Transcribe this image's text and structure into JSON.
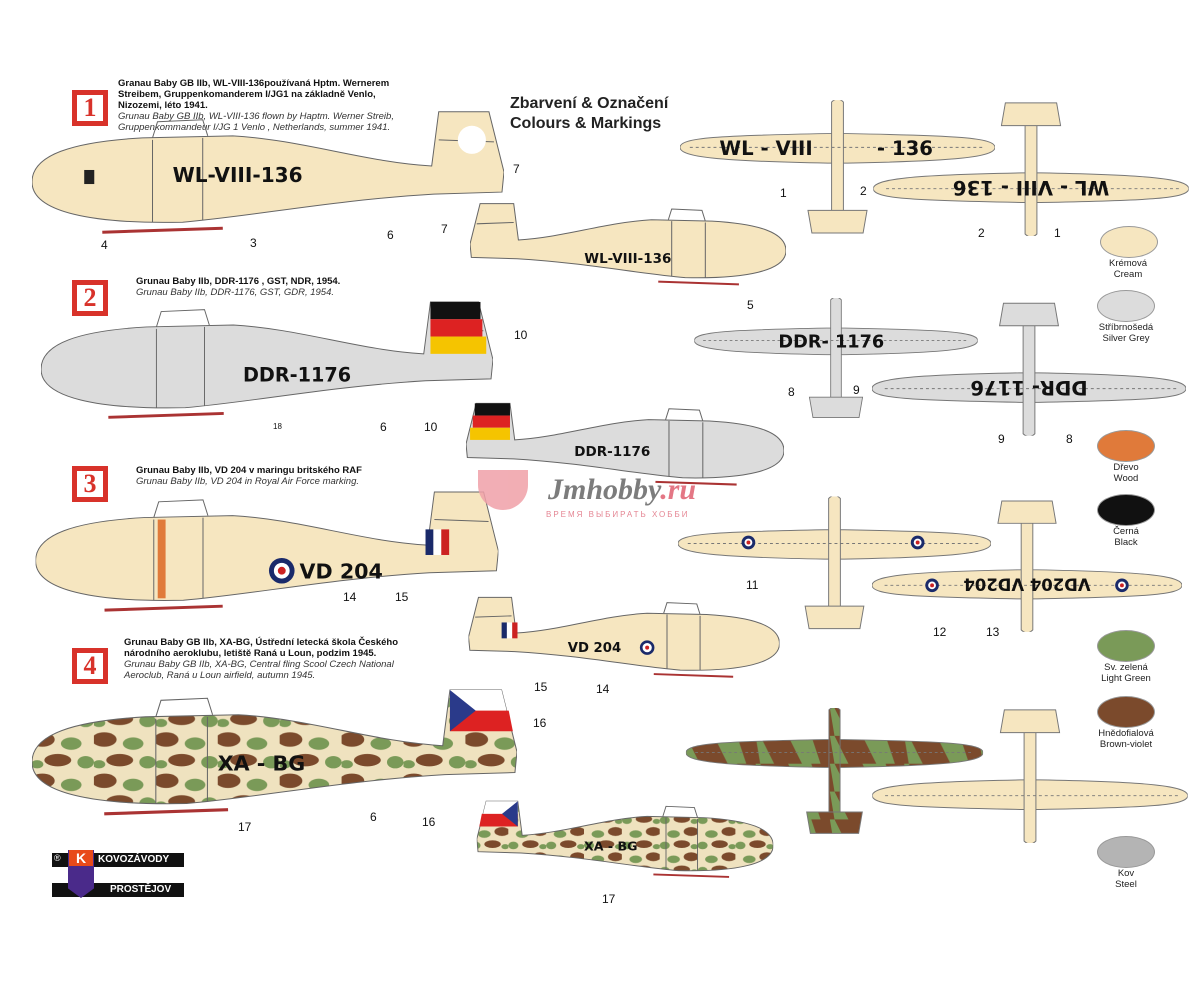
{
  "heading": {
    "cz": "Zbarvení & Označení",
    "en": "Colours & Markings"
  },
  "schemes": [
    {
      "number": "1",
      "cz": "Granau Baby GB IIb, WL-VIII-136používaná  Hptm. Wernerem Streibem, Gruppenkomanderem I/JG1 na základně Venlo, Nizozemi, léto 1941.",
      "en": "Grunau Baby GB IIb, WL-VIII-136 flown by Haptm. Werner Streib, Gruppenkommandeur I/JG 1 Venlo , Netherlands, summer 1941.",
      "registration": "WL-VIII-136",
      "registration_top": "WL - VIII",
      "registration_top2": "- 136",
      "registration_under": "WL - VIII - 136"
    },
    {
      "number": "2",
      "cz": "Grunau Baby IIb, DDR-1176 , GST, NDR, 1954.",
      "en": "Grunau Baby IIb, DDR-1176, GST, GDR, 1954.",
      "registration": "DDR-1176",
      "registration_top": "DDR-  1176",
      "registration_under": "DDR- 1176"
    },
    {
      "number": "3",
      "cz": "Grunau Baby IIb, VD 204 v maringu britského RAF",
      "en": "Grunau Baby IIb, VD 204 in Royal Air Force marking.",
      "registration": "VD 204",
      "registration_under": "VD204   VD204"
    },
    {
      "number": "4",
      "cz": "Grunau Baby GB IIb, XA-BG, Ústřední letecká škola Českého národního aeroklubu, letiště Raná u Loun, podzim 1945.",
      "en": "Grunau Baby GB IIb, XA-BG, Central fling Scool Czech National Aeroclub, Raná u Loun airfield, autumn 1945.",
      "registration": "XA - BG",
      "registration_small": "XA - BG"
    }
  ],
  "callouts": [
    "7",
    "4",
    "3",
    "6",
    "7",
    "5",
    "10",
    "18",
    "6",
    "10",
    "14",
    "15",
    "15",
    "14",
    "16",
    "17",
    "6",
    "16",
    "17",
    "1",
    "2",
    "2",
    "1",
    "8",
    "9",
    "9",
    "8",
    "11",
    "12",
    "13"
  ],
  "colours": [
    {
      "cz": "Krémová",
      "en": "Cream",
      "hex": "#f6e6c0"
    },
    {
      "cz": "Stříbrnošedá",
      "en": "Silver Grey",
      "hex": "#dcdcdc"
    },
    {
      "cz": "Dřevo",
      "en": "Wood",
      "hex": "#e07a3a"
    },
    {
      "cz": "Černá",
      "en": "Black",
      "hex": "#111111"
    },
    {
      "cz": "Sv. zelená",
      "en": "Light Green",
      "hex": "#7a9a58"
    },
    {
      "cz": "Hnědofialová",
      "en": "Brown-violet",
      "hex": "#7b4a2c"
    },
    {
      "cz": "Kov",
      "en": "Steel",
      "hex": "#b4b4b4"
    }
  ],
  "logo": {
    "line1": "KOVOZÁVODY",
    "line2": "PROSTĚJOV",
    "mark": "K",
    "reg": "®"
  },
  "watermark": {
    "name": "Jmhobby",
    "tld": ".ru",
    "slogan": "ВРЕМЯ ВЫБИРАТЬ ХОББИ"
  }
}
